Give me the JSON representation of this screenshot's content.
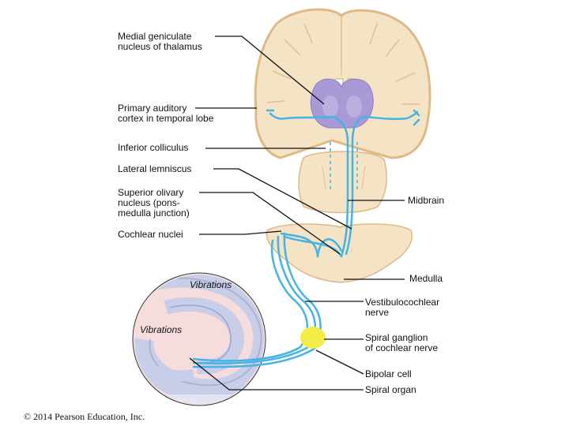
{
  "labels": {
    "medial_geniculate": "Medial geniculate\nnucleus of thalamus",
    "primary_auditory_cortex": "Primary auditory\ncortex in temporal lobe",
    "inferior_colliculus": "Inferior colliculus",
    "lateral_lemniscus": "Lateral lemniscus",
    "superior_olivary": "Superior olivary\nnucleus (pons-\nmedulla junction)",
    "cochlear_nuclei": "Cochlear nuclei",
    "midbrain": "Midbrain",
    "medulla": "Medulla",
    "vibrations_top": "Vibrations",
    "vibrations_bottom": "Vibrations",
    "vestibulocochlear_nerve": "Vestibulocochlear\nnerve",
    "spiral_ganglion": "Spiral ganglion\nof cochlear nerve",
    "bipolar_cell": "Bipolar cell",
    "spiral_organ": "Spiral organ"
  },
  "copyright": "© 2014 Pearson Education, Inc.",
  "colors": {
    "brain_tissue": "#f4e3c4",
    "cortex_edge": "#e9c99a",
    "thalamus": "#a79ad6",
    "pathway": "#45b3e3",
    "cochlea_fill": "#c8cde8",
    "ganglion": "#f3ec46"
  }
}
